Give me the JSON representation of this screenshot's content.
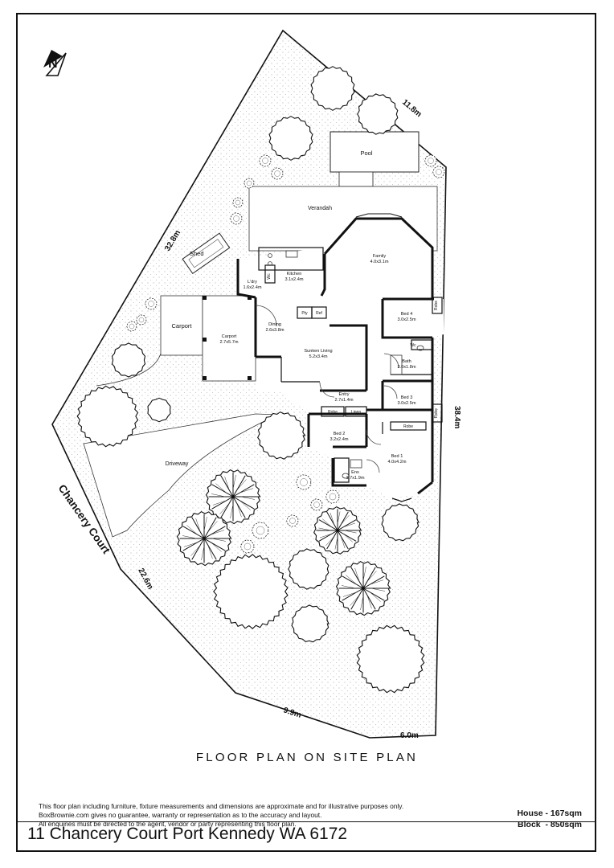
{
  "site": {
    "dimensions": {
      "top_right": "11.8m",
      "top_left": "32.8m",
      "right": "38.4m",
      "bottom_left": "22.6m",
      "bottom": "9.9m",
      "bottom_right": "6.0m"
    },
    "street": "Chancery Court",
    "outdoor": {
      "pool": "Pool",
      "shed": "Shed",
      "verandah": "Verandah",
      "carport_open": "Carport",
      "driveway": "Driveway"
    },
    "north_icon": "north-arrow-icon"
  },
  "rooms": [
    {
      "name": "Family",
      "size": "4.0x3.1m"
    },
    {
      "name": "Kitchen",
      "size": "3.1x2.4m"
    },
    {
      "name": "L'dry",
      "size": "1.6x2.4m"
    },
    {
      "name": "Dining",
      "size": "2.6x3.8m"
    },
    {
      "name": "Carport",
      "size": "2.7x5.7m"
    },
    {
      "name": "Sunken Living",
      "size": "5.2x3.4m"
    },
    {
      "name": "Entry",
      "size": "2.7x1.4m"
    },
    {
      "name": "Bed 4",
      "size": "3.0x2.5m"
    },
    {
      "name": "Bath",
      "size": "3.0x1.8m"
    },
    {
      "name": "Bed 3",
      "size": "3.0x2.5m"
    },
    {
      "name": "Bed 2",
      "size": "3.2x2.4m"
    },
    {
      "name": "Bed 1",
      "size": "4.0x4.2m"
    },
    {
      "name": "Ens",
      "size": "1.7x1.9m"
    }
  ],
  "small_labels": {
    "pty": "Pty",
    "ref": "Ref",
    "wc": "Wc",
    "wc2": "Wc",
    "robe1": "Robe",
    "robe2": "Robe",
    "robe3": "Robe",
    "robe4": "Robe",
    "linen": "Linen"
  },
  "heading": "FLOOR PLAN ON SITE PLAN",
  "disclaimer": [
    "This floor plan including furniture, fixture measurements and dimensions are approximate and for illustrative purposes only.",
    "BoxBrownie.com gives no guarantee, warranty or representation as to the accuracy and layout.",
    "All enquiries must be directed to the agent, vendor or party representing this floor plan."
  ],
  "areas": {
    "house": "House - 167sqm",
    "block": "Block  - 850sqm"
  },
  "address": "11 Chancery Court Port Kennedy WA 6172"
}
